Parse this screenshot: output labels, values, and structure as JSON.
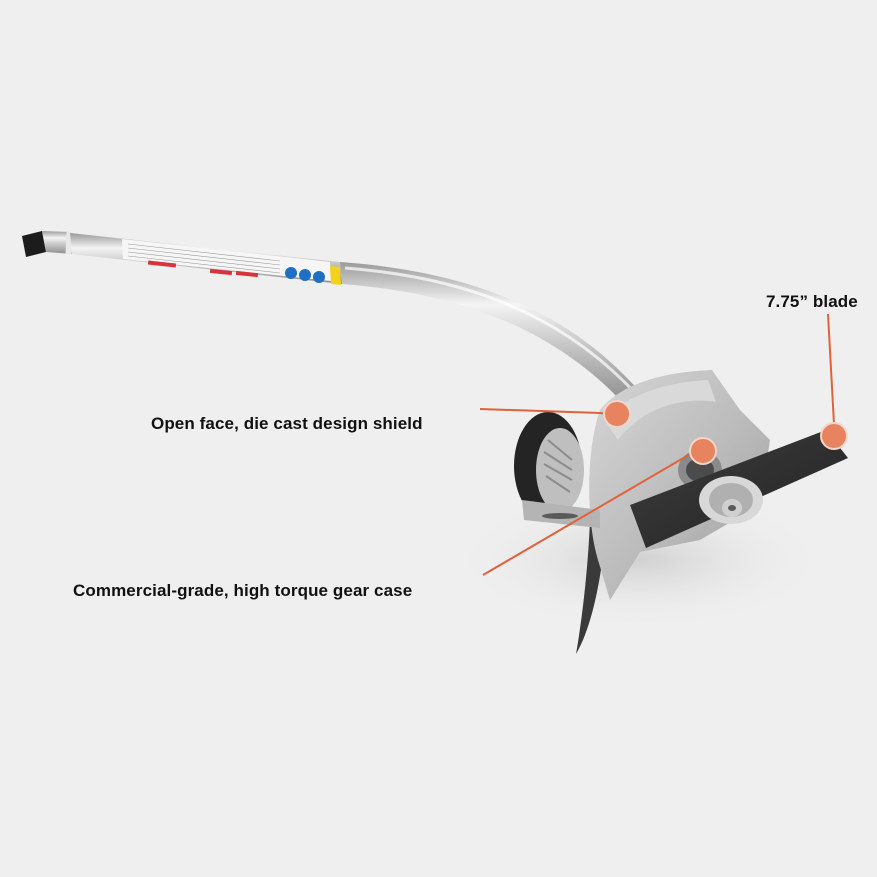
{
  "product": {
    "name": "edger-attachment",
    "background_color": "#efefef"
  },
  "callouts": [
    {
      "id": "blade",
      "label": "7.75” blade",
      "dot_color": "#e8835f",
      "line_color": "#e0623a"
    },
    {
      "id": "shield",
      "label": "Open face, die cast design shield",
      "dot_color": "#e8835f",
      "line_color": "#e0623a"
    },
    {
      "id": "gear",
      "label": "Commercial-grade, high torque gear case",
      "dot_color": "#e8835f",
      "line_color": "#e0623a"
    }
  ],
  "colors": {
    "accent": "#e0623a",
    "dot": "#e8835f",
    "shaft": "#c9c9c9",
    "blade": "#2e2e2e",
    "label_text": "#111111",
    "safety_blue": "#1f6fc2",
    "warning_yellow": "#f2d21b",
    "warning_red": "#d9343b"
  }
}
